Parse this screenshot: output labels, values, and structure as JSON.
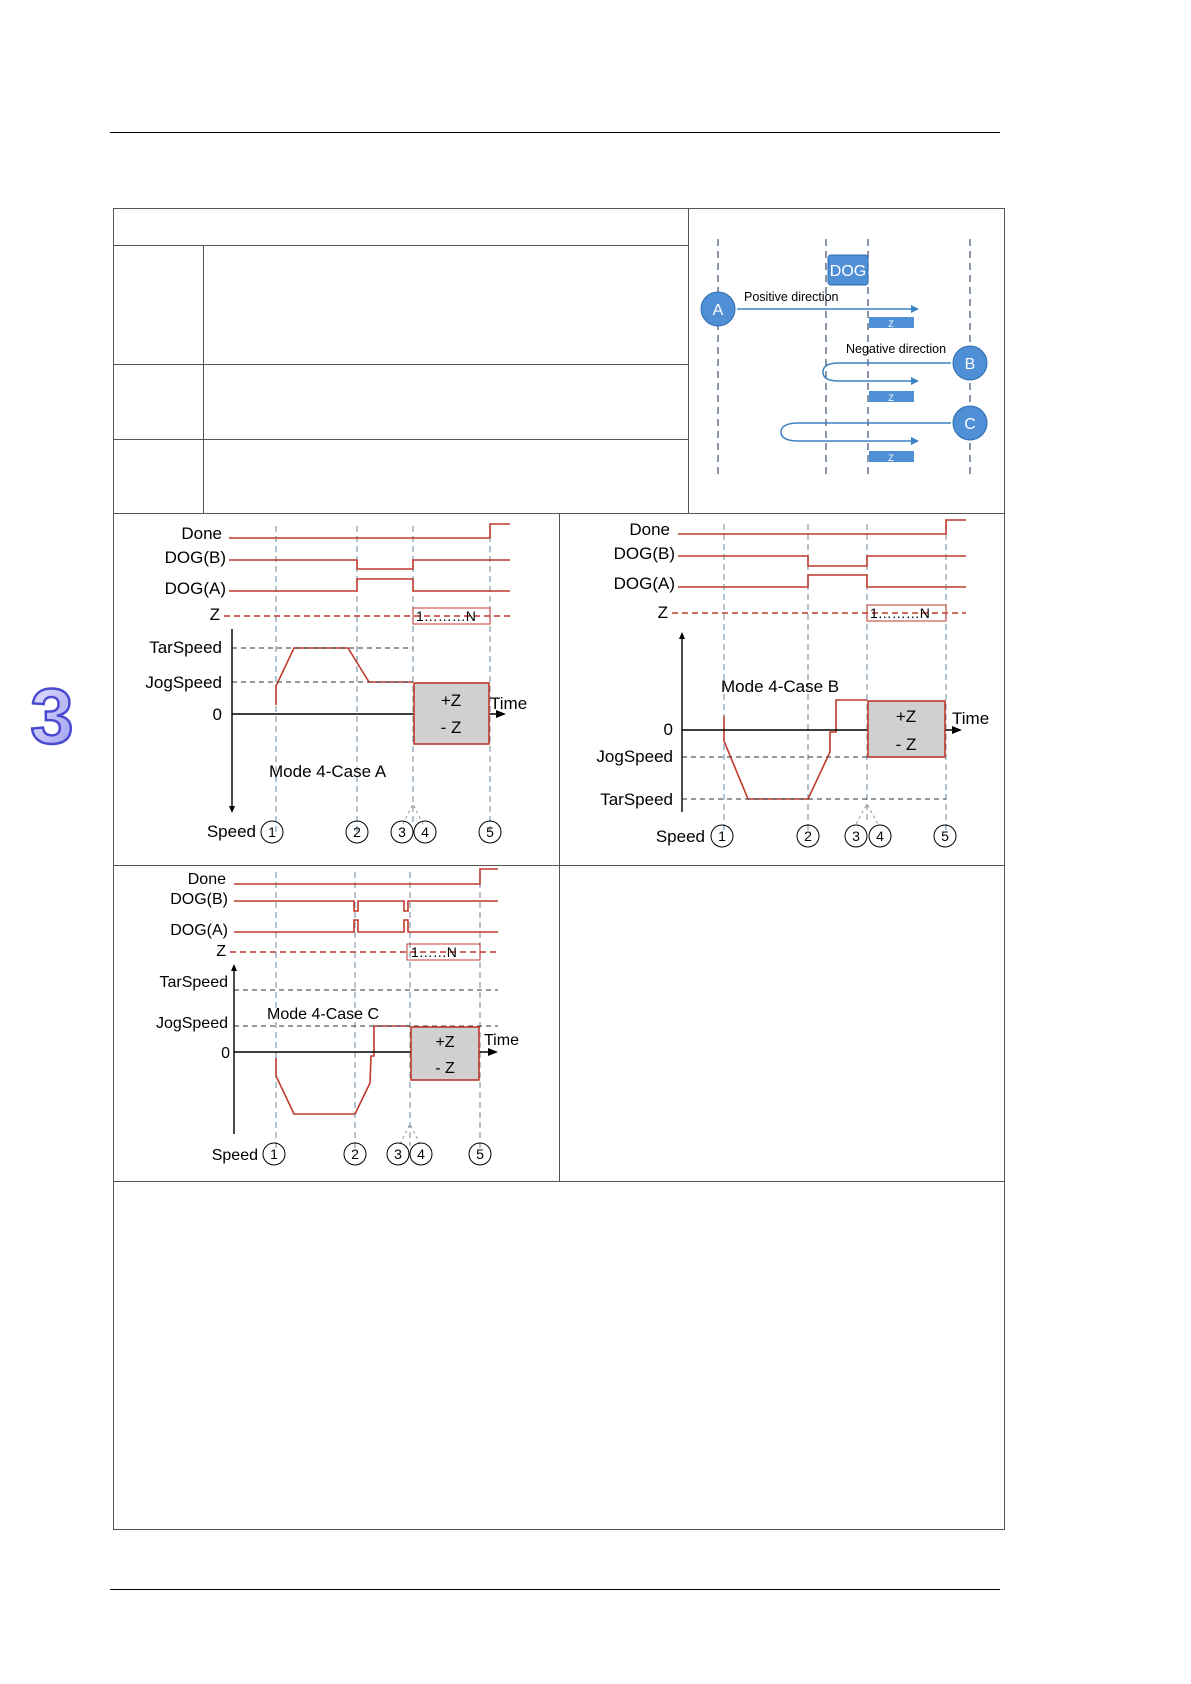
{
  "chapter_number": "3",
  "colors": {
    "signal": "#c0392b",
    "grid": "#7f9bb3",
    "accent_blue": "#3b82c4",
    "zone_fill": "#d0d0d0"
  },
  "direction_diagram": {
    "dog_label": "DOG",
    "positive_direction": "Positive direction",
    "negative_direction": "Negative direction",
    "points": [
      "A",
      "B",
      "C"
    ],
    "z_label": "Z"
  },
  "case_a": {
    "title": "Mode 4-Case A",
    "signals": [
      "Done",
      "DOG(B)",
      "DOG(A)",
      "Z"
    ],
    "z_range": "1………N",
    "speeds": [
      "TarSpeed",
      "JogSpeed",
      "0"
    ],
    "time_label": "Time",
    "speed_label": "Speed",
    "zone_pos": "+Z",
    "zone_neg": "- Z",
    "markers": [
      "1",
      "2",
      "3",
      "4",
      "5"
    ]
  },
  "case_b": {
    "title": "Mode 4-Case B",
    "signals": [
      "Done",
      "DOG(B)",
      "DOG(A)",
      "Z"
    ],
    "z_range": "1………N",
    "speeds": [
      "0",
      "JogSpeed",
      "TarSpeed"
    ],
    "time_label": "Time",
    "speed_label": "Speed",
    "zone_pos": "+Z",
    "zone_neg": "- Z",
    "markers": [
      "1",
      "2",
      "3",
      "4",
      "5"
    ]
  },
  "case_c": {
    "title": "Mode 4-Case C",
    "signals": [
      "Done",
      "DOG(B)",
      "DOG(A)",
      "Z"
    ],
    "z_range": "1……N",
    "speeds": [
      "TarSpeed",
      "JogSpeed",
      "0"
    ],
    "time_label": "Time",
    "speed_label": "Speed",
    "zone_pos": "+Z",
    "zone_neg": "- Z",
    "markers": [
      "1",
      "2",
      "3",
      "4",
      "5"
    ]
  }
}
